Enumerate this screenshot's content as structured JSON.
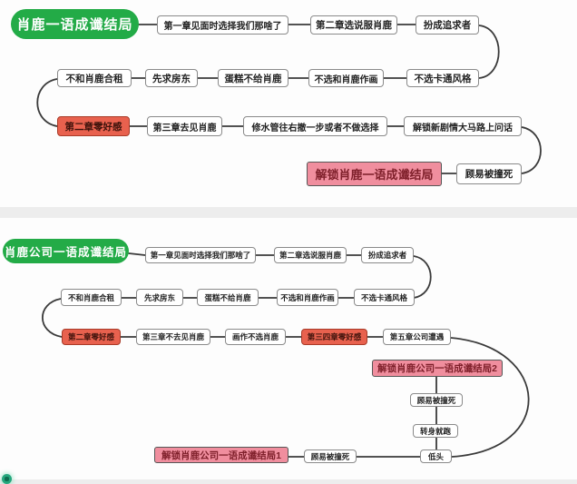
{
  "colors": {
    "section_bg": "#fdfdfd",
    "divider_bg": "#ededed",
    "start_bg": "#23ab47",
    "start_text": "#ffffff",
    "normal_bg": "#ffffff",
    "normal_border": "#8a8a8a",
    "normal_text": "#232323",
    "bad_bg": "#e8614e",
    "bad_border": "#a93b28",
    "bad_text": "#3d120b",
    "ending_bg": "#f08e9e",
    "ending_border": "#565656",
    "ending_text": "#7e1f2a",
    "connector": "#3a3a3a",
    "badge_bg": "#25a77d",
    "badge_inner": "#0e6e50"
  },
  "floating_badge": {
    "icon": "green-badge-icon"
  },
  "sections": [
    {
      "title": "肖鹿一语成谶结局",
      "nodes": [
        {
          "id": "s1_start",
          "type": "start",
          "label": "肖鹿一语成谶结局"
        },
        {
          "id": "s1_a1",
          "type": "normal",
          "label": "第一章见面时选择我们那啥了"
        },
        {
          "id": "s1_a2",
          "type": "normal",
          "label": "第二章选说服肖鹿"
        },
        {
          "id": "s1_a3",
          "type": "normal",
          "label": "扮成追求者"
        },
        {
          "id": "s1_b5",
          "type": "normal",
          "label": "不选卡通风格"
        },
        {
          "id": "s1_b4",
          "type": "normal",
          "label": "不选和肖鹿作画"
        },
        {
          "id": "s1_b3",
          "type": "normal",
          "label": "蛋糕不给肖鹿"
        },
        {
          "id": "s1_b2",
          "type": "normal",
          "label": "先求房东"
        },
        {
          "id": "s1_b1",
          "type": "normal",
          "label": "不和肖鹿合租"
        },
        {
          "id": "s1_c1",
          "type": "bad",
          "label": "第二章零好感"
        },
        {
          "id": "s1_c2",
          "type": "normal",
          "label": "第三章去见肖鹿"
        },
        {
          "id": "s1_c3",
          "type": "normal",
          "label": "修水管往右撤一步或者不做选择"
        },
        {
          "id": "s1_c4",
          "type": "normal",
          "label": "解锁新剧情大马路上问话"
        },
        {
          "id": "s1_d2",
          "type": "normal",
          "label": "顾易被撞死"
        },
        {
          "id": "s1_d1",
          "type": "ending",
          "label": "解锁肖鹿一语成谶结局"
        }
      ]
    },
    {
      "title": "肖鹿公司一语成谶结局",
      "nodes": [
        {
          "id": "s2_start",
          "type": "start",
          "label": "肖鹿公司一语成谶结局"
        },
        {
          "id": "s2_a1",
          "type": "normal",
          "label": "第一章见面时选择我们那啥了"
        },
        {
          "id": "s2_a2",
          "type": "normal",
          "label": "第二章选说服肖鹿"
        },
        {
          "id": "s2_a3",
          "type": "normal",
          "label": "扮成追求者"
        },
        {
          "id": "s2_b5",
          "type": "normal",
          "label": "不选卡通风格"
        },
        {
          "id": "s2_b4",
          "type": "normal",
          "label": "不选和肖鹿作画"
        },
        {
          "id": "s2_b3",
          "type": "normal",
          "label": "蛋糕不给肖鹿"
        },
        {
          "id": "s2_b2",
          "type": "normal",
          "label": "先求房东"
        },
        {
          "id": "s2_b1",
          "type": "normal",
          "label": "不和肖鹿合租"
        },
        {
          "id": "s2_c1",
          "type": "bad",
          "label": "第二章零好感"
        },
        {
          "id": "s2_c2",
          "type": "normal",
          "label": "第三章不去见肖鹿"
        },
        {
          "id": "s2_c3",
          "type": "normal",
          "label": "画作不选肖鹿"
        },
        {
          "id": "s2_c4",
          "type": "bad",
          "label": "第三四章零好感"
        },
        {
          "id": "s2_c5",
          "type": "normal",
          "label": "第五章公司遭遇"
        },
        {
          "id": "s2_end2",
          "type": "ending",
          "label": "解锁肖鹿公司一语成谶结局2"
        },
        {
          "id": "s2_d1",
          "type": "normal",
          "label": "顾易被撞死"
        },
        {
          "id": "s2_d2",
          "type": "normal",
          "label": "转身就跑"
        },
        {
          "id": "s2_d3",
          "type": "normal",
          "label": "低头"
        },
        {
          "id": "s2_e1",
          "type": "normal",
          "label": "顾易被撞死"
        },
        {
          "id": "s2_end1",
          "type": "ending",
          "label": "解锁肖鹿公司一语成谶结局1"
        }
      ]
    }
  ]
}
